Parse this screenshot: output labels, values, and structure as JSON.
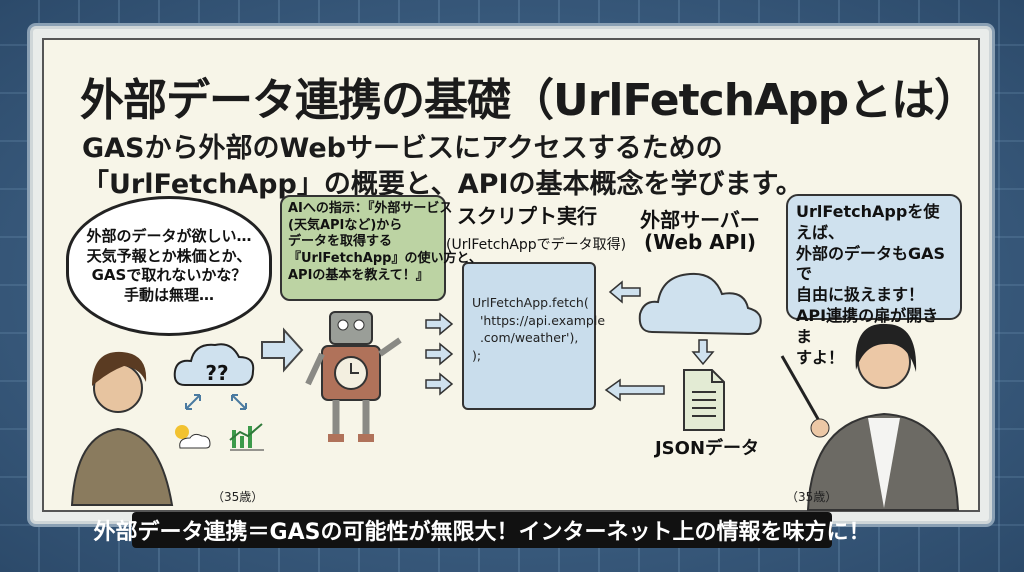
{
  "title": "外部データ連携の基礎（UrlFetchAppとは）",
  "subtitle": [
    "GASから外部のWebサービスにアクセスするための",
    "「UrlFetchApp」の概要と、APIの基本概念を学びます。"
  ],
  "left_thought": [
    "外部のデータが欲しい…",
    "天気予報とか株価とか、",
    "GASで取れないかな？",
    "手動は無理…"
  ],
  "cloud_question": "??",
  "ai_instruction": [
    "AIへの指示：『外部サービス",
    "(天気APIなど)から",
    "データを取得する",
    "『UrlFetchApp』の使い方と、",
    "APIの基本を教えて！』"
  ],
  "script_block": {
    "title": "スクリプト実行",
    "subtitle": "(UrlFetchAppでデータ取得)",
    "code": "UrlFetchApp.fetch(\n  'https://api.example\n  .com/weather'),\n);"
  },
  "server": {
    "title": "外部サーバー",
    "subtitle": "(Web API)"
  },
  "json_label": "JSONデータ",
  "right_speech": [
    "UrlFetchAppを使えば、",
    "外部のデータもGASで",
    "自由に扱えます！",
    "API連携の扉が開きま",
    "すよ！"
  ],
  "left_age": "（35歳）",
  "right_age": "（35歳）",
  "caption": "外部データ連携＝GASの可能性が無限大！インターネット上の情報を味方に！",
  "colors": {
    "background": "#34587c",
    "panel": "#f7f5e8",
    "green_bubble": "#bcd3a3",
    "blue_box": "#c9ddec",
    "caption_bg": "#111111"
  }
}
